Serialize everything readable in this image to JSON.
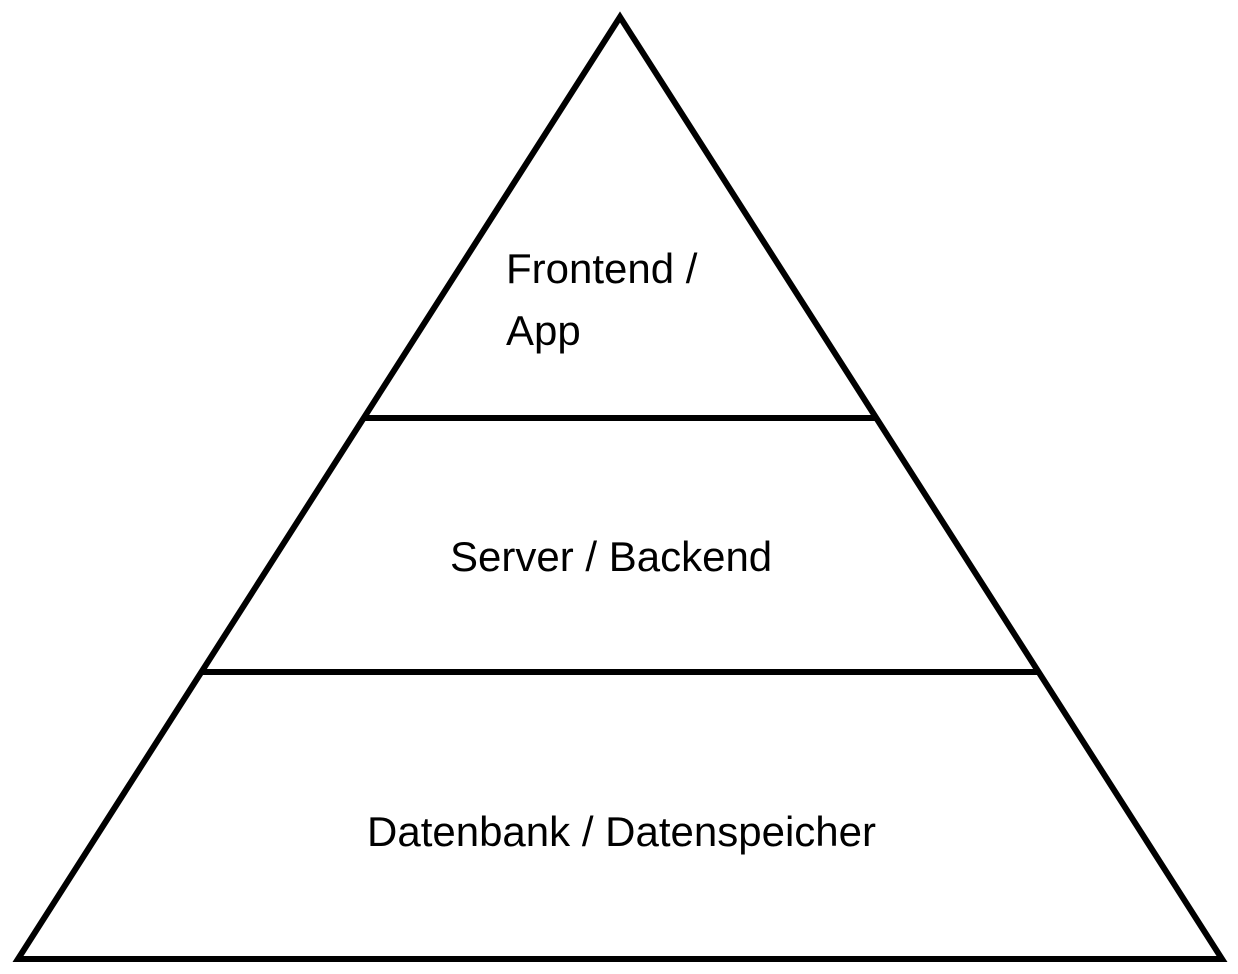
{
  "pyramid": {
    "layers": [
      {
        "label_line1": "Frontend /",
        "label_line2": "App"
      },
      {
        "label": "Server / Backend"
      },
      {
        "label": "Datenbank / Datenspeicher"
      }
    ],
    "stroke_color": "#000000",
    "fill_color": "#ffffff"
  }
}
